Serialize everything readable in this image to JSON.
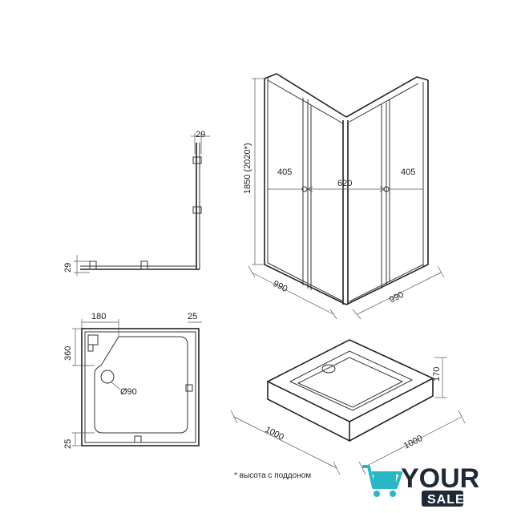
{
  "dimensions": {
    "top_profile_width": "29",
    "side_profile_width": "29",
    "enclosure_height": "1850 (2020*)",
    "panel_left": "405",
    "door_opening": "620",
    "panel_right": "405",
    "enclosure_left_depth": "990",
    "enclosure_right_depth": "990",
    "tray_corner_offset": "180",
    "tray_edge_offset": "25",
    "tray_left_offset": "360",
    "tray_drain": "Ø90",
    "tray_bottom_offset": "25",
    "tray_height": "170",
    "tray_left_length": "1000",
    "tray_right_length": "1000"
  },
  "footnote": "* высота с поддоном",
  "logo": {
    "word_your": "YOUR",
    "word_sale": "SALE",
    "colors": {
      "accent": "#29b6c6",
      "text": "#1f2a36",
      "badge": "#1f2a36"
    }
  }
}
